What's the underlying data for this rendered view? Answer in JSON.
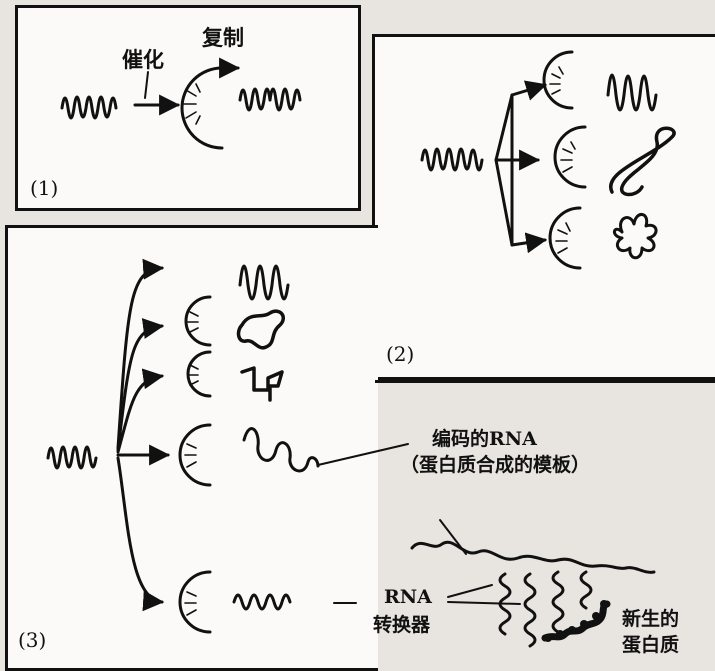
{
  "panels": {
    "p1": {
      "label": "(1)"
    },
    "p2": {
      "label": "(2)"
    },
    "p3": {
      "label": "(3)"
    }
  },
  "labels": {
    "catalysis": "催化",
    "replication": "复制",
    "coding_rna_line1": "编码的RNA",
    "coding_rna_line2": "（蛋白质合成的模板）",
    "rna_line1": "RNA",
    "rna_line2": "转换器",
    "new_protein_line1": "新生的",
    "new_protein_line2": "蛋白质"
  },
  "colors": {
    "ink": "#111111",
    "paper": "#fbfaf8",
    "page": "#e8e4e0"
  }
}
